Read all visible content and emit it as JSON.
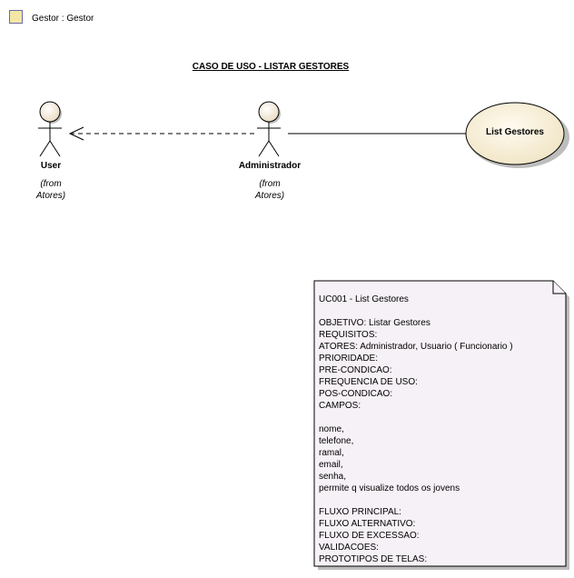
{
  "header": {
    "icon": "diagram-icon",
    "title": "Gestor : Gestor"
  },
  "diagram": {
    "title": "CASO DE USO - LISTAR GESTORES",
    "actors": [
      {
        "name": "User",
        "from_line1": "(from",
        "from_line2": "Atores)"
      },
      {
        "name": "Administrador",
        "from_line1": "(from",
        "from_line2": "Atores)"
      }
    ],
    "usecase": {
      "name": "List Gestores"
    },
    "relations": [
      {
        "from": "Administrador",
        "to": "User",
        "style": "dashed-open-arrow"
      },
      {
        "from": "Administrador",
        "to": "List Gestores",
        "style": "solid-line"
      }
    ],
    "note": {
      "lines": [
        "UC001 - List Gestores",
        "",
        "OBJETIVO: Listar Gestores",
        "REQUISITOS:",
        "ATORES: Administrador, Usuario ( Funcionario )",
        "PRIORIDADE:",
        "PRE-CONDICAO:",
        "FREQUENCIA DE USO:",
        "POS-CONDICAO:",
        "CAMPOS:",
        "",
        "nome,",
        "telefone,",
        "ramal,",
        "email,",
        "senha,",
        "permite q visualize todos os jovens",
        "",
        "FLUXO PRINCIPAL:",
        "FLUXO ALTERNATIVO:",
        "FLUXO DE EXCESSAO:",
        "VALIDACOES:",
        "PROTOTIPOS DE TELAS:"
      ]
    },
    "colors": {
      "actor_head": "#f5ead8",
      "usecase_fill": "#f7efd6",
      "note_fill": "#f6f1f6",
      "shadow": "#b8b8b8",
      "line": "#000000"
    }
  }
}
